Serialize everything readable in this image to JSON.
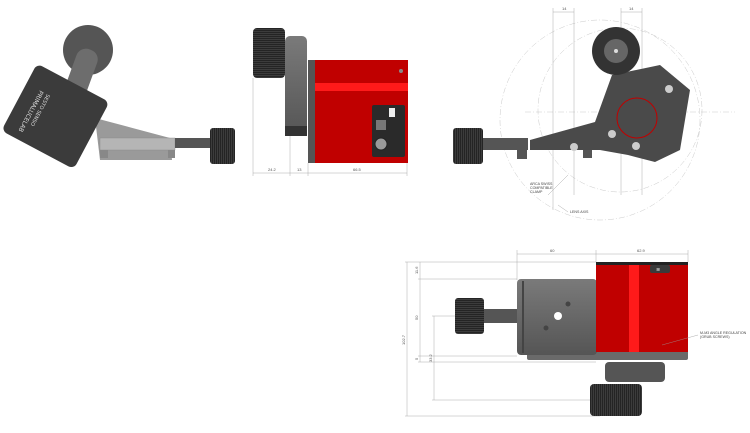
{
  "logo": {
    "brand": "PRIMALUCELAB",
    "product": "SESTO SENSO"
  },
  "side_view": {
    "dimensions": [
      "24.2",
      "13",
      "66.5"
    ]
  },
  "rear_view": {
    "dimensions": [
      "14",
      "14"
    ],
    "annotations": {
      "clamp": [
        "ARCA SWISS",
        "COMPATIBLE",
        "CLAMP"
      ],
      "lens_axis": "LENS AXIS"
    }
  },
  "top_view": {
    "dimensions": {
      "width_plate": "60",
      "width_body": "62.9",
      "top_offset": "11.6",
      "mid": "50",
      "bottom_offset": "5",
      "axis_height": "33.2",
      "total_height": "102.7"
    },
    "annotations": {
      "grub": [
        "M-M3 ANGLE REGULATION",
        "(GRUB SCREWS)"
      ]
    }
  },
  "colors": {
    "body_red": "#c00000",
    "highlight_red": "#ff1a1a",
    "metal": "#6b6b6b",
    "dark": "#3a3a3a"
  }
}
